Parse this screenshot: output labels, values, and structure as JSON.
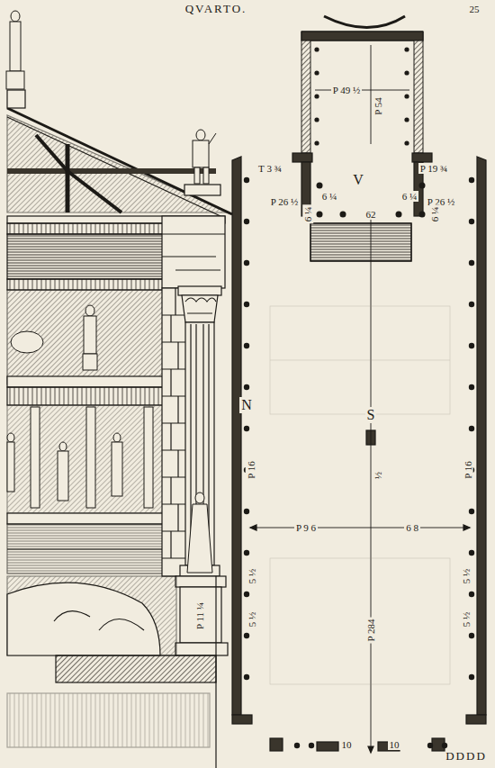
{
  "diagram": {
    "labels": [
      "QVARTO.",
      "25",
      "P 49 ½",
      "P 54",
      "T 3 ¾",
      "P 19 ¾",
      "V",
      "P 26 ½",
      "P 26 ½",
      "6 ¼",
      "6 ¼",
      "6 ¼",
      "62",
      "6 ¼",
      "N",
      "S",
      "½",
      "P 9 6",
      "6 8",
      "P 284",
      "P 16",
      "P 16",
      "5 ½",
      "5 ½",
      "5 ½",
      "5 ½",
      "10",
      "10",
      "P 11 ¼",
      "DDDD"
    ]
  }
}
